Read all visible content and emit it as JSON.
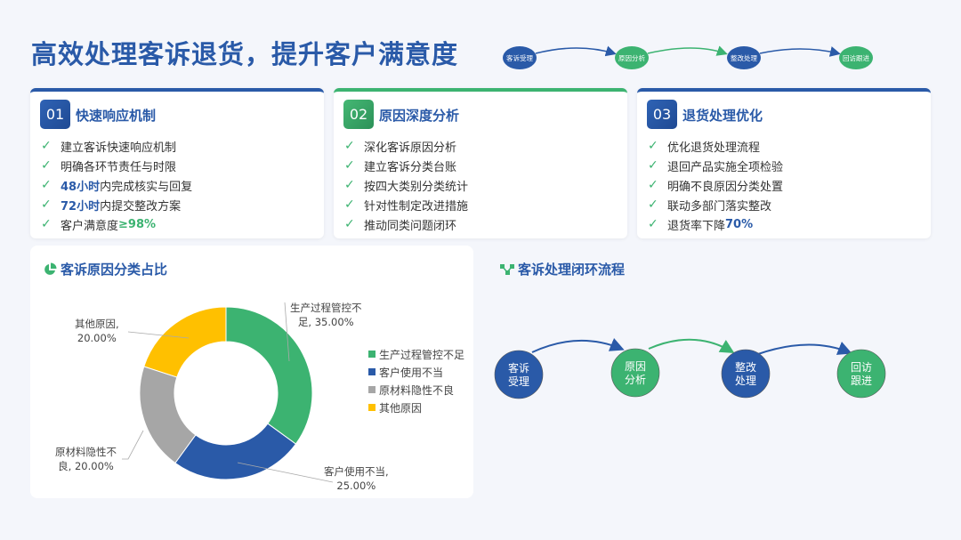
{
  "title": "高效处理客诉退货，提升客户满意度",
  "colors": {
    "blue": "#2a5aa8",
    "green": "#3cb371",
    "gray": "#a6a6a6",
    "yellow": "#ffc000"
  },
  "mini_flow": [
    "客诉受理",
    "原因分析",
    "整改处理",
    "回访跟进"
  ],
  "cards": [
    {
      "num": "01",
      "title": "快速响应机制",
      "items": [
        {
          "pre": "",
          "hl": "",
          "post": "建立客诉快速响应机制"
        },
        {
          "pre": "",
          "hl": "",
          "post": "明确各环节责任与时限"
        },
        {
          "pre": "",
          "hl": "48小时",
          "post": "内完成核实与回复",
          "hl_color": "#2a5aa8"
        },
        {
          "pre": "",
          "hl": "72小时",
          "post": "内提交整改方案",
          "hl_color": "#2a5aa8"
        },
        {
          "pre": "客户满意度",
          "hl": "≥98%",
          "post": "",
          "hl_color": "#3cb371"
        }
      ]
    },
    {
      "num": "02",
      "title": "原因深度分析",
      "items": [
        {
          "pre": "",
          "hl": "",
          "post": "深化客诉原因分析"
        },
        {
          "pre": "",
          "hl": "",
          "post": "建立客诉分类台账"
        },
        {
          "pre": "",
          "hl": "",
          "post": "按四大类别分类统计"
        },
        {
          "pre": "",
          "hl": "",
          "post": "针对性制定改进措施"
        },
        {
          "pre": "",
          "hl": "",
          "post": "推动同类问题闭环"
        }
      ]
    },
    {
      "num": "03",
      "title": "退货处理优化",
      "items": [
        {
          "pre": "",
          "hl": "",
          "post": "优化退货处理流程"
        },
        {
          "pre": "",
          "hl": "",
          "post": "退回产品实施全项检验"
        },
        {
          "pre": "",
          "hl": "",
          "post": "明确不良原因分类处置"
        },
        {
          "pre": "",
          "hl": "",
          "post": "联动多部门落实整改"
        },
        {
          "pre": "退货率下降",
          "hl": "70%",
          "post": "",
          "hl_color": "#2a5aa8"
        }
      ]
    }
  ],
  "chart_section_title": "客诉原因分类占比",
  "chart_data": {
    "type": "pie",
    "donut": true,
    "title": "客诉原因分类占比",
    "categories": [
      "生产过程管控不足",
      "客户使用不当",
      "原材料隐性不良",
      "其他原因"
    ],
    "values": [
      35,
      25,
      20,
      20
    ],
    "colors": [
      "#3cb371",
      "#2a5aa8",
      "#a6a6a6",
      "#ffc000"
    ],
    "data_labels": [
      [
        "生产过程管控不",
        "足, 35.00%"
      ],
      [
        "客户使用不当,",
        "25.00%"
      ],
      [
        "原材料隐性不",
        "良, 20.00%"
      ],
      [
        "其他原因,",
        "20.00%"
      ]
    ],
    "legend": "right"
  },
  "flow_section_title": "客诉处理闭环流程",
  "flow": [
    [
      "客诉",
      "受理"
    ],
    [
      "原因",
      "分析"
    ],
    [
      "整改",
      "处理"
    ],
    [
      "回访",
      "跟进"
    ]
  ]
}
